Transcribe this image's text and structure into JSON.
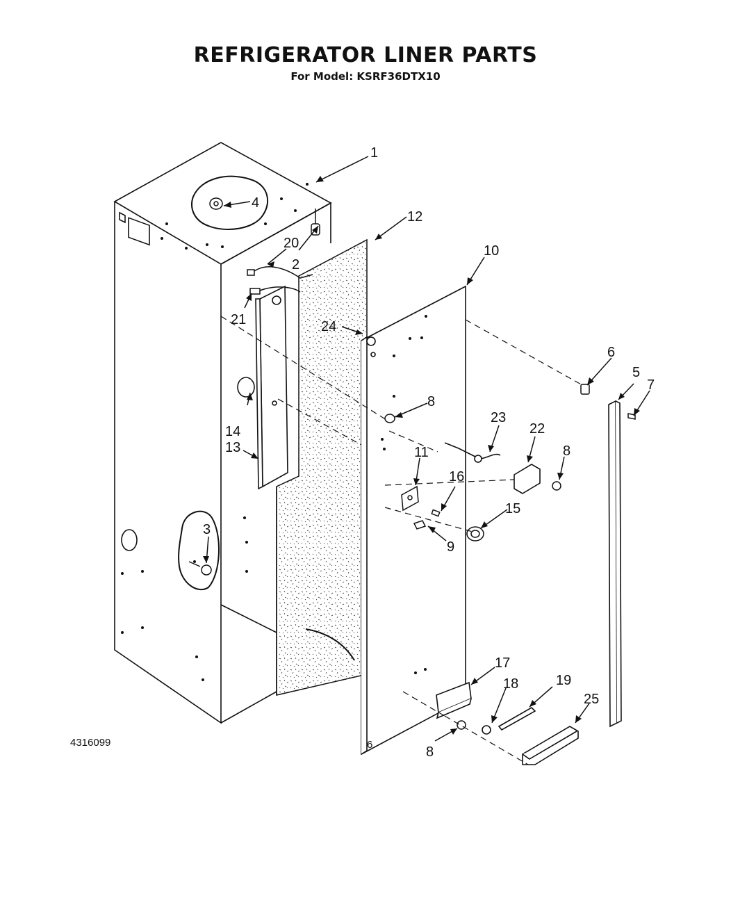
{
  "header": {
    "title": "REFRIGERATOR LINER PARTS",
    "model_line": "For Model: KSRF36DTX10"
  },
  "footer": {
    "document_number": "4316099",
    "page_number": "6"
  },
  "callouts": {
    "c1": "1",
    "c2": "2",
    "c3": "3",
    "c4": "4",
    "c5": "5",
    "c6": "6",
    "c7": "7",
    "c8a": "8",
    "c8b": "8",
    "c8c": "8",
    "c9": "9",
    "c10": "10",
    "c11": "11",
    "c12": "12",
    "c13": "13",
    "c14": "14",
    "c15": "15",
    "c16": "16",
    "c17": "17",
    "c18": "18",
    "c19": "19",
    "c20": "20",
    "c21": "21",
    "c22": "22",
    "c23": "23",
    "c24": "24",
    "c25": "25"
  }
}
